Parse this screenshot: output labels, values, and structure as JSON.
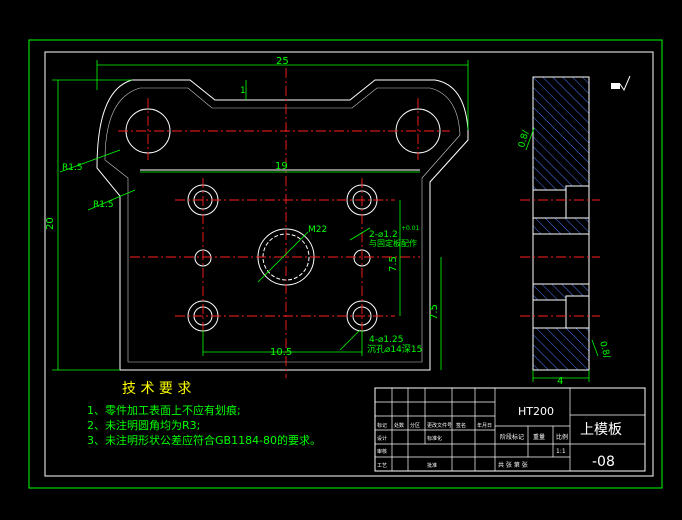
{
  "drawing": {
    "dims": {
      "overall_width": "25",
      "overall_height": "20",
      "inner_width": "19",
      "hole_spacing_x": "10.5",
      "hole_spacing_y": "7.5",
      "right_height": "7.5",
      "top_offset": "1",
      "radius_top": "R1.5",
      "radius_side": "R1.5",
      "thread": "M22",
      "hole_spec_a": "2-⌀1.2",
      "tolerance_a": "+0.01",
      "note_a": "与固定板配作",
      "hole_spec_b": "4-⌀1.25",
      "note_b": "沉孔⌀14深15",
      "section_thickness": "4",
      "roughness_a": "0.8/",
      "roughness_b": "0.8/"
    },
    "tech_requirements": {
      "title": "技 术 要 求",
      "items": [
        "1、零件加工表面上不应有划痕;",
        "2、未注明圆角均为R3;",
        "3、未注明形状公差应符合GB1184-80的要求。"
      ]
    },
    "title_block": {
      "material": "HT200",
      "part_name": "上模板",
      "drawing_no": "-08",
      "label_stage": "阶段标记",
      "label_weight": "重量",
      "label_scale": "比例",
      "scale_value": "1:1",
      "label_sheet": "共 张 第 张",
      "label_mark": "标记",
      "label_count": "处数",
      "label_zone": "分区",
      "label_change_no": "更改文件号",
      "label_sign": "签名",
      "label_date": "年月日",
      "label_design": "设计",
      "label_std": "标准化",
      "label_review": "审核",
      "label_process": "工艺",
      "label_approve": "批准"
    }
  }
}
